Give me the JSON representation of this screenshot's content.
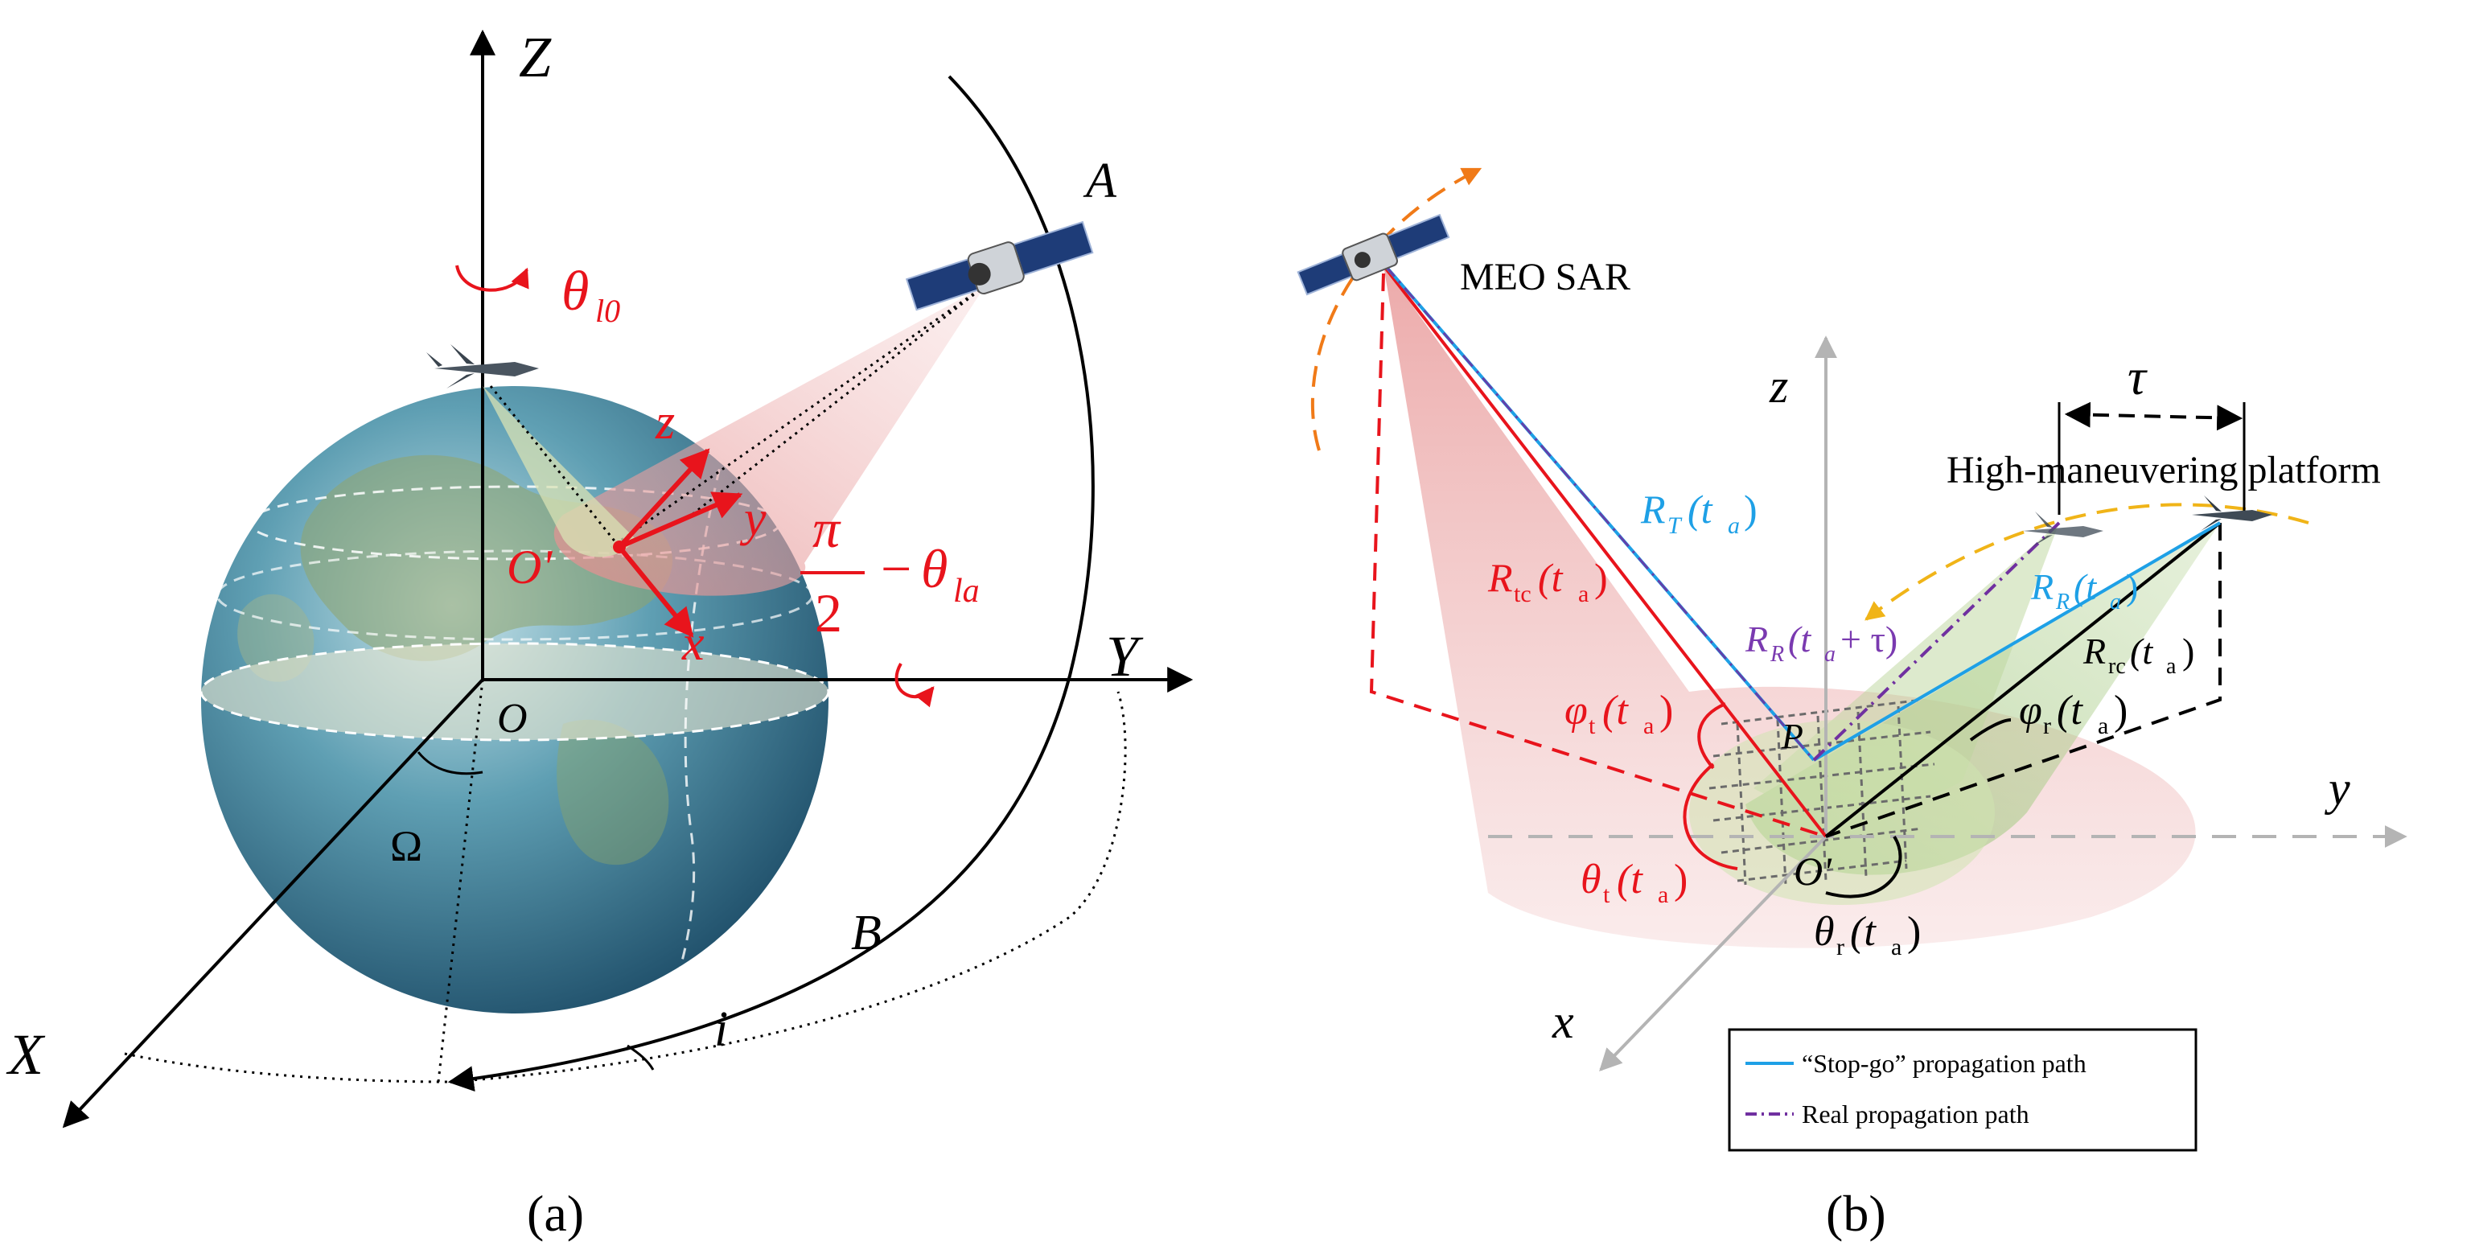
{
  "panel_a": {
    "caption": "(a)",
    "axes": {
      "x": "X",
      "y": "Y",
      "z": "Z",
      "origin": "O"
    },
    "local_axes": {
      "x": "x",
      "y": "y",
      "z": "z",
      "origin": "O'"
    },
    "rotation_label": "θ",
    "rotation_sub": "l0",
    "angle_pi": "π",
    "angle_two": "2",
    "angle_minus": "−",
    "angle_theta": "θ",
    "angle_sub": "la",
    "orbit_point_a": "A",
    "orbit_point_b": "B",
    "inclination": "i",
    "raan": "Ω"
  },
  "panel_b": {
    "caption": "(b)",
    "satellite_label": "MEO SAR",
    "platform_label": "High-maneuvering platform",
    "tau": "τ",
    "axes": {
      "x": "x",
      "y": "y",
      "z": "z",
      "origin": "O'",
      "point": "P"
    },
    "R_tc": {
      "main": "R",
      "sub": "tc",
      "arg": "(t",
      "arg_sub": "a",
      "close": ")"
    },
    "R_T": {
      "main": "R",
      "sub": "T",
      "arg": "(t",
      "arg_sub": "a",
      "close": ")"
    },
    "R_R": {
      "main": "R",
      "sub": "R",
      "arg": "(t",
      "arg_sub": "a",
      "close": ")"
    },
    "R_R_tau": {
      "main": "R",
      "sub": "R",
      "arg": "(t",
      "arg_sub": "a",
      "close": " + τ)"
    },
    "R_rc": {
      "main": "R",
      "sub": "rc",
      "arg": "(t",
      "arg_sub": "a",
      "close": ")"
    },
    "phi_t": {
      "main": "φ",
      "sub": "t",
      "arg": "(t",
      "arg_sub": "a",
      "close": ")"
    },
    "phi_r": {
      "main": "φ",
      "sub": "r",
      "arg": "(t",
      "arg_sub": "a",
      "close": ")"
    },
    "theta_t": {
      "main": "θ",
      "sub": "t",
      "arg": "(t",
      "arg_sub": "a",
      "close": ")"
    },
    "theta_r": {
      "main": "θ",
      "sub": "r",
      "arg": "(t",
      "arg_sub": "a",
      "close": ")"
    },
    "legend": [
      {
        "label": "“Stop-go” propagation path",
        "color": "#1ea0e6",
        "style": "solid"
      },
      {
        "label": "Real propagation path",
        "color": "#7030a0",
        "style": "dash-dot"
      }
    ]
  },
  "colors": {
    "red": "#e8141c",
    "blue": "#1ea0e6",
    "purple": "#7a3ab0",
    "orange": "#f07a18",
    "yellow": "#f0b418"
  },
  "icons": [
    "earth-globe",
    "satellite",
    "fighter-jet"
  ]
}
